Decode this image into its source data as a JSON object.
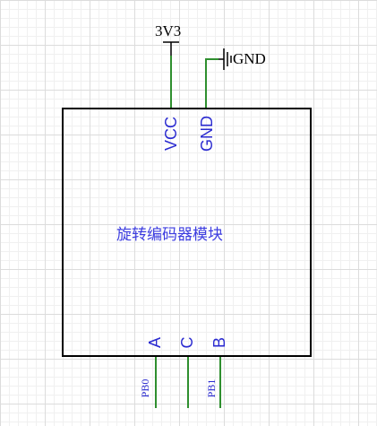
{
  "module": {
    "name": "旋转编码器模块",
    "pins": {
      "vcc": "VCC",
      "gnd": "GND",
      "a": "A",
      "c": "C",
      "b": "B"
    }
  },
  "power": {
    "supply_label": "3V3",
    "ground_label": "GND"
  },
  "nets": {
    "a": "PB0",
    "b": "PB1"
  },
  "colors": {
    "wire": "#2f8f2f",
    "pin_text": "#2a2ad0",
    "border": "#000000"
  }
}
